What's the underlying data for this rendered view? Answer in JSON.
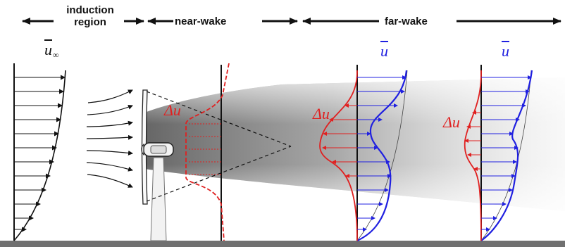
{
  "regions": {
    "induction": [
      "induction",
      "region"
    ],
    "near_wake": "near-wake",
    "far_wake": "far-wake"
  },
  "symbols": {
    "inflow": {
      "base": "u",
      "subscript": "∞"
    },
    "deficit_near": "Δu",
    "deficit_far1": "Δu",
    "deficit_far2": "Δu",
    "velocity_far1": "u",
    "velocity_far2": "u"
  },
  "colors": {
    "deficit": "#e02020",
    "velocity": "#2020e0",
    "line": "#111111",
    "ground": "#707070",
    "wake_shadow": "#6d6d6d"
  }
}
